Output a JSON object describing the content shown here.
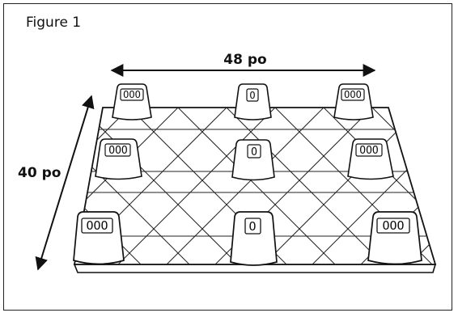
{
  "figure": {
    "caption": "Figure 1",
    "width_label": "48 po",
    "depth_label": "40 po",
    "foot_marks": {
      "corner": "OOO",
      "middle": "O"
    }
  }
}
